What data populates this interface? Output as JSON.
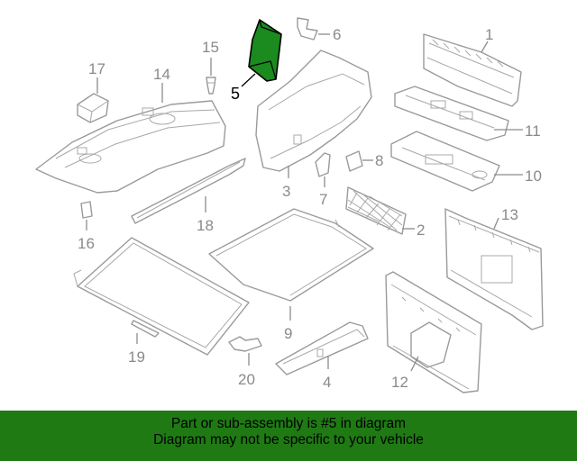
{
  "diagram": {
    "highlighted_part": "5",
    "highlight_color": "#1b8a1f",
    "callouts": {
      "c1": "1",
      "c2": "2",
      "c3": "3",
      "c4": "4",
      "c5": "5",
      "c6": "6",
      "c7": "7",
      "c8": "8",
      "c9": "9",
      "c10": "10",
      "c11": "11",
      "c12": "12",
      "c13": "13",
      "c14": "14",
      "c15": "15",
      "c16": "16",
      "c17": "17",
      "c18": "18",
      "c19": "19",
      "c20": "20"
    }
  },
  "banner": {
    "background": "#1f7a14",
    "line1": "Part or sub-assembly is #5 in diagram",
    "line2": "Diagram may not be specific to your vehicle"
  }
}
